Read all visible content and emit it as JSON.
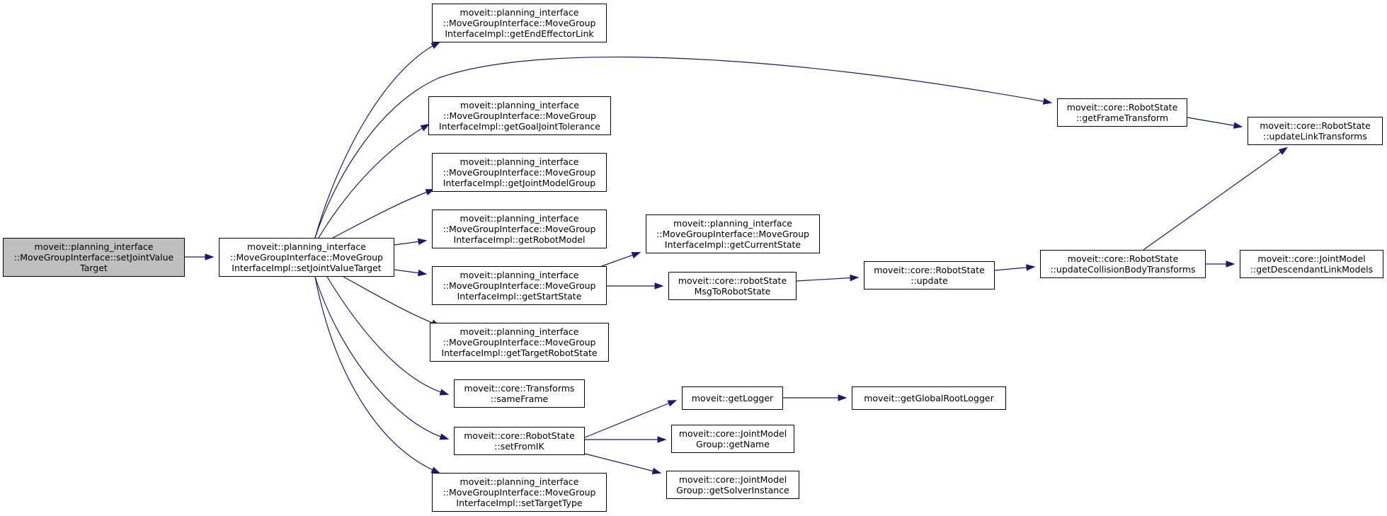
{
  "colors": {
    "edge": "#191970",
    "root_fill": "#bfbfbf",
    "node_fill": "#ffffff",
    "border": "#000000"
  },
  "nodes": [
    {
      "id": "root",
      "lines": [
        "moveit::planning_interface",
        "::MoveGroupInterface::setJointValue",
        "Target"
      ]
    },
    {
      "id": "impl_setJointValueTarget",
      "lines": [
        "moveit::planning_interface",
        "::MoveGroupInterface::MoveGroup",
        "InterfaceImpl::setJointValueTarget"
      ]
    },
    {
      "id": "getEndEffectorLink",
      "lines": [
        "moveit::planning_interface",
        "::MoveGroupInterface::MoveGroup",
        "InterfaceImpl::getEndEffectorLink"
      ]
    },
    {
      "id": "getGoalJointTolerance",
      "lines": [
        "moveit::planning_interface",
        "::MoveGroupInterface::MoveGroup",
        "InterfaceImpl::getGoalJointTolerance"
      ]
    },
    {
      "id": "getJointModelGroup",
      "lines": [
        "moveit::planning_interface",
        "::MoveGroupInterface::MoveGroup",
        "InterfaceImpl::getJointModelGroup"
      ]
    },
    {
      "id": "getRobotModel",
      "lines": [
        "moveit::planning_interface",
        "::MoveGroupInterface::MoveGroup",
        "InterfaceImpl::getRobotModel"
      ]
    },
    {
      "id": "getStartState",
      "lines": [
        "moveit::planning_interface",
        "::MoveGroupInterface::MoveGroup",
        "InterfaceImpl::getStartState"
      ]
    },
    {
      "id": "getTargetRobotState",
      "lines": [
        "moveit::planning_interface",
        "::MoveGroupInterface::MoveGroup",
        "InterfaceImpl::getTargetRobotState"
      ]
    },
    {
      "id": "sameFrame",
      "lines": [
        "moveit::core::Transforms",
        "::sameFrame"
      ]
    },
    {
      "id": "setFromIK",
      "lines": [
        "moveit::core::RobotState",
        "::setFromIK"
      ]
    },
    {
      "id": "setTargetType",
      "lines": [
        "moveit::planning_interface",
        "::MoveGroupInterface::MoveGroup",
        "InterfaceImpl::setTargetType"
      ]
    },
    {
      "id": "getFrameTransform",
      "lines": [
        "moveit::core::RobotState",
        "::getFrameTransform"
      ]
    },
    {
      "id": "updateLinkTransforms",
      "lines": [
        "moveit::core::RobotState",
        "::updateLinkTransforms"
      ]
    },
    {
      "id": "getCurrentState",
      "lines": [
        "moveit::planning_interface",
        "::MoveGroupInterface::MoveGroup",
        "InterfaceImpl::getCurrentState"
      ]
    },
    {
      "id": "msgToRobotState",
      "lines": [
        "moveit::core::robotState",
        "MsgToRobotState"
      ]
    },
    {
      "id": "update",
      "lines": [
        "moveit::core::RobotState",
        "::update"
      ]
    },
    {
      "id": "updateCollisionBodyTransforms",
      "lines": [
        "moveit::core::RobotState",
        "::updateCollisionBodyTransforms"
      ]
    },
    {
      "id": "getDescendantLinkModels",
      "lines": [
        "moveit::core::JointModel",
        "::getDescendantLinkModels"
      ]
    },
    {
      "id": "getLogger",
      "lines": [
        "moveit::getLogger"
      ]
    },
    {
      "id": "getGlobalRootLogger",
      "lines": [
        "moveit::getGlobalRootLogger"
      ]
    },
    {
      "id": "getName",
      "lines": [
        "moveit::core::JointModel",
        "Group::getName"
      ]
    },
    {
      "id": "getSolverInstance",
      "lines": [
        "moveit::core::JointModel",
        "Group::getSolverInstance"
      ]
    }
  ],
  "edges": [
    [
      "root",
      "impl_setJointValueTarget"
    ],
    [
      "impl_setJointValueTarget",
      "getEndEffectorLink"
    ],
    [
      "impl_setJointValueTarget",
      "getFrameTransform"
    ],
    [
      "impl_setJointValueTarget",
      "getGoalJointTolerance"
    ],
    [
      "impl_setJointValueTarget",
      "getJointModelGroup"
    ],
    [
      "impl_setJointValueTarget",
      "getRobotModel"
    ],
    [
      "impl_setJointValueTarget",
      "getStartState"
    ],
    [
      "impl_setJointValueTarget",
      "getTargetRobotState"
    ],
    [
      "impl_setJointValueTarget",
      "sameFrame"
    ],
    [
      "impl_setJointValueTarget",
      "setFromIK"
    ],
    [
      "impl_setJointValueTarget",
      "setTargetType"
    ],
    [
      "getFrameTransform",
      "updateLinkTransforms"
    ],
    [
      "getStartState",
      "getCurrentState"
    ],
    [
      "getStartState",
      "msgToRobotState"
    ],
    [
      "msgToRobotState",
      "update"
    ],
    [
      "update",
      "updateCollisionBodyTransforms"
    ],
    [
      "updateCollisionBodyTransforms",
      "updateLinkTransforms"
    ],
    [
      "updateCollisionBodyTransforms",
      "getDescendantLinkModels"
    ],
    [
      "setFromIK",
      "getLogger"
    ],
    [
      "setFromIK",
      "getName"
    ],
    [
      "setFromIK",
      "getSolverInstance"
    ],
    [
      "getLogger",
      "getGlobalRootLogger"
    ]
  ]
}
